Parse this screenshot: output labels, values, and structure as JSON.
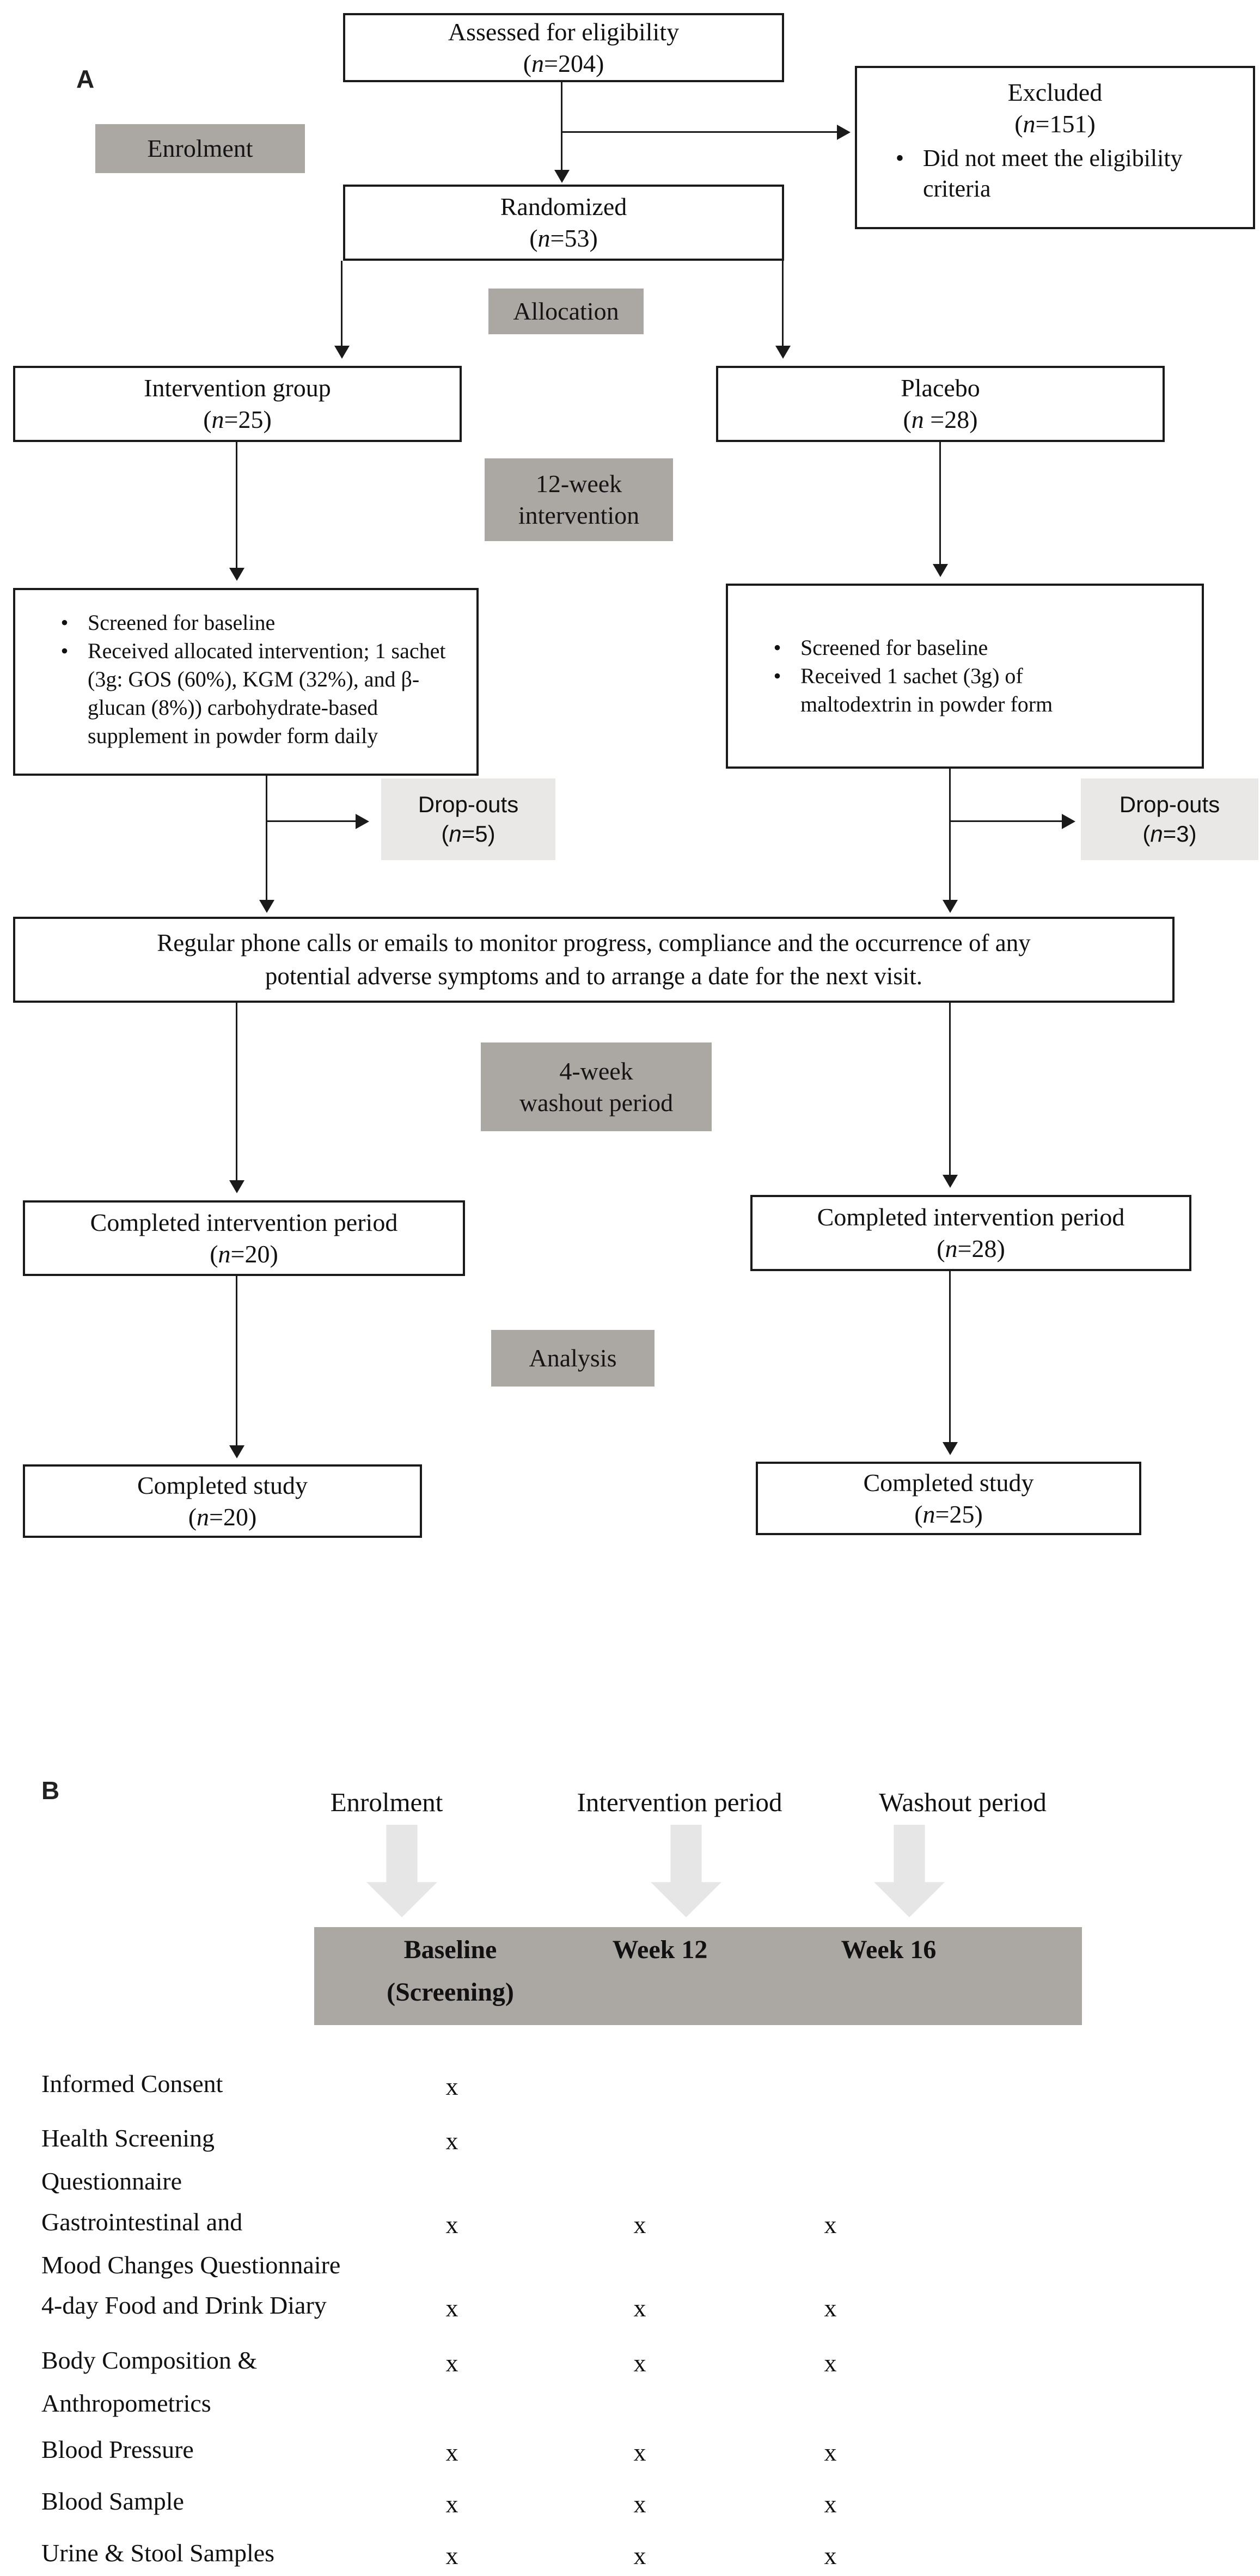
{
  "colors": {
    "stage_label_bg": "#aba7a3",
    "dropout_bg": "#e9e8e6",
    "block_arrow": "#e6e6e6",
    "box_border": "#1a1a1a"
  },
  "panelA": {
    "label": "A",
    "bullet_char": "•",
    "stages": {
      "enrolment": "Enrolment",
      "allocation": "Allocation",
      "intervention": [
        "12-week",
        "intervention"
      ],
      "washout": [
        "4-week",
        "washout period"
      ],
      "analysis": "Analysis"
    },
    "boxes": {
      "assessed": {
        "title": "Assessed for eligibility",
        "n": [
          "(",
          "n",
          "=204)"
        ]
      },
      "excluded": {
        "title": "Excluded",
        "n": [
          "(",
          "n",
          "=151)"
        ],
        "bullets": [
          "Did not meet the eligibility criteria"
        ]
      },
      "randomized": {
        "title": "Randomized",
        "n": [
          "(",
          "n",
          "=53)"
        ]
      },
      "intervention_group": {
        "title": "Intervention group",
        "n": [
          "(",
          "n",
          "=25)"
        ]
      },
      "placebo_group": {
        "title": "Placebo",
        "n": [
          "(",
          "n",
          " =28)"
        ]
      },
      "intervention_details": {
        "bullets": [
          "Screened for baseline",
          "Received allocated intervention; 1 sachet (3g: GOS (60%), KGM (32%), and β-glucan (8%)) carbohydrate-based supplement in powder form daily"
        ]
      },
      "placebo_details": {
        "bullets": [
          "Screened for baseline",
          "Received 1 sachet (3g) of maltodextrin in powder form"
        ]
      },
      "dropouts_intervention": {
        "title": "Drop-outs",
        "n": [
          "(",
          "n",
          "=5)"
        ]
      },
      "dropouts_placebo": {
        "title": "Drop-outs",
        "n": [
          "(",
          "n",
          "=3)"
        ]
      },
      "monitoring": {
        "lines": [
          "Regular phone calls or emails to monitor progress, compliance and the occurrence of any",
          "potential adverse symptoms and to arrange a date for the next visit."
        ]
      },
      "completed_intervention_left": {
        "title": "Completed intervention period",
        "n": [
          "(",
          "n",
          "=20)"
        ]
      },
      "completed_intervention_right": {
        "title": "Completed intervention period",
        "n": [
          "(",
          "n",
          "=28)"
        ]
      },
      "completed_study_left": {
        "title": "Completed study",
        "n": [
          "(",
          "n",
          "=20)"
        ]
      },
      "completed_study_right": {
        "title": "Completed study",
        "n": [
          "(",
          "n",
          "=25)"
        ]
      }
    }
  },
  "panelB": {
    "label": "B",
    "phases": [
      "Enrolment",
      "Intervention period",
      "Washout period"
    ],
    "timepoints": [
      [
        "Baseline",
        "(Screening)"
      ],
      [
        "Week 12"
      ],
      [
        "Week 16"
      ]
    ],
    "rows": [
      {
        "label_lines": [
          "Informed Consent"
        ],
        "marks": [
          "x",
          "",
          ""
        ]
      },
      {
        "label_lines": [
          "Health Screening",
          "Questionnaire"
        ],
        "marks": [
          "x",
          "",
          ""
        ]
      },
      {
        "label_lines": [
          "Gastrointestinal and",
          "Mood Changes Questionnaire"
        ],
        "marks": [
          "x",
          "x",
          "x"
        ]
      },
      {
        "label_lines": [
          "4-day Food and Drink Diary"
        ],
        "marks": [
          "x",
          "x",
          "x"
        ]
      },
      {
        "label_lines": [
          "Body Composition &",
          "Anthropometrics"
        ],
        "marks": [
          "x",
          "x",
          "x"
        ]
      },
      {
        "label_lines": [
          "Blood Pressure"
        ],
        "marks": [
          "x",
          "x",
          "x"
        ]
      },
      {
        "label_lines": [
          "Blood Sample"
        ],
        "marks": [
          "x",
          "x",
          "x"
        ]
      },
      {
        "label_lines": [
          "Urine & Stool Samples"
        ],
        "marks": [
          "x",
          "x",
          "x"
        ]
      }
    ]
  }
}
